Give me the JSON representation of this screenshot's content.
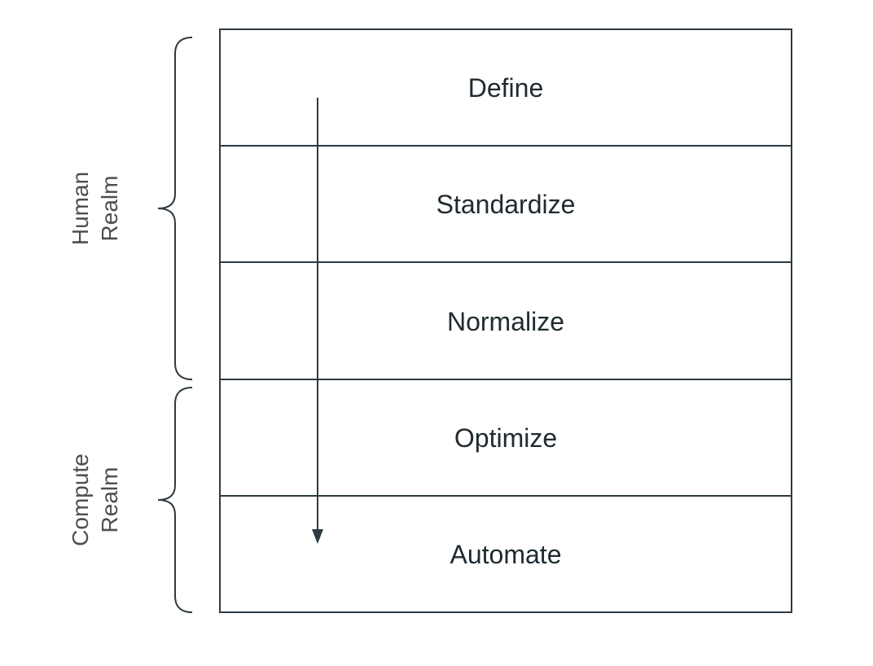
{
  "stages": [
    {
      "label": "Define"
    },
    {
      "label": "Standardize"
    },
    {
      "label": "Normalize"
    },
    {
      "label": "Optimize"
    },
    {
      "label": "Automate"
    }
  ],
  "realms": [
    {
      "line1": "Human",
      "line2": "Realm"
    },
    {
      "line1": "Compute",
      "line2": "Realm"
    }
  ],
  "colors": {
    "line": "#2e3a42",
    "text": "#1f2a30",
    "realm_text": "#4a4f53"
  }
}
